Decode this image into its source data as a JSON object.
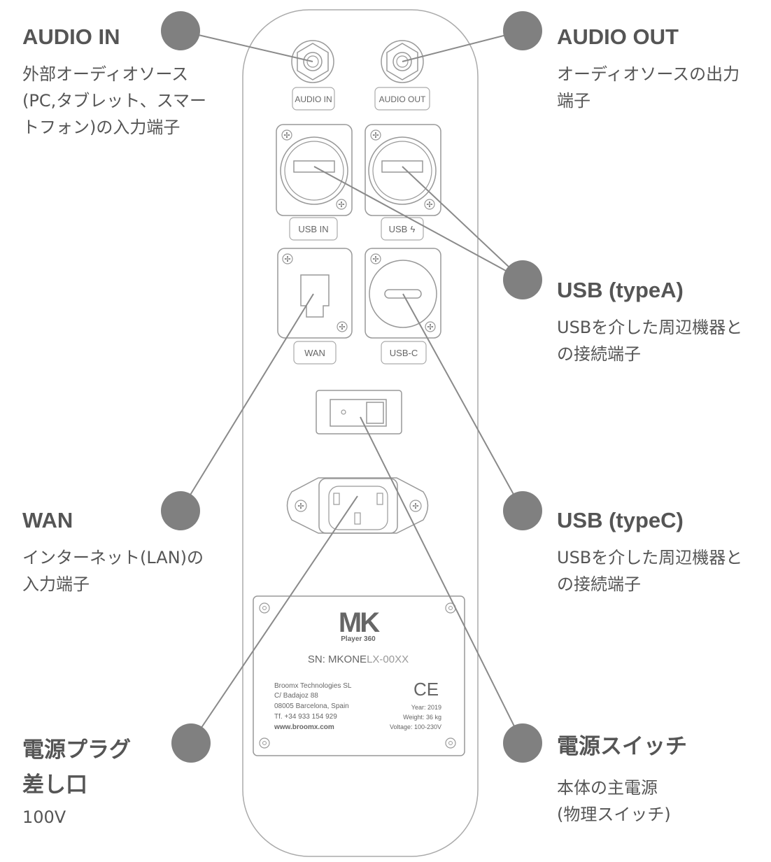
{
  "callouts": {
    "audio_in": {
      "title": "AUDIO IN",
      "desc": [
        "外部オーディオソース",
        "(PC,タブレット、スマー",
        "トフォン)の入力端子"
      ]
    },
    "audio_out": {
      "title": "AUDIO OUT",
      "desc": [
        "オーディオソースの出力",
        "端子"
      ]
    },
    "usb_a": {
      "title": "USB (typeA)",
      "desc": [
        "USBを介した周辺機器と",
        "の接続端子"
      ]
    },
    "wan": {
      "title": "WAN",
      "desc": [
        "インターネット(LAN)の",
        "入力端子"
      ]
    },
    "usb_c": {
      "title": "USB (typeC)",
      "desc": [
        "USBを介した周辺機器と",
        "の接続端子"
      ]
    },
    "power_plug": {
      "title": [
        "電源プラグ",
        "差し口"
      ],
      "desc": [
        "100V"
      ]
    },
    "power_switch": {
      "title": "電源スイッチ",
      "desc": [
        "本体の主電源",
        "(物理スイッチ)"
      ]
    }
  },
  "port_labels": {
    "audio_in": "AUDIO IN",
    "audio_out": "AUDIO OUT",
    "usb_in": "USB IN",
    "usb_power": "USB",
    "wan": "WAN",
    "usb_c": "USB-C"
  },
  "nameplate": {
    "logo": "MK",
    "model": "Player 360",
    "serial_prefix": "SN: MKONE",
    "serial_suffix": "LX-00XX",
    "company": [
      "Broomx Technologies SL",
      "C/ Badajoz 88",
      "08005 Barcelona, Spain",
      "Tf. +34 933 154 929"
    ],
    "website": "www.broomx.com",
    "ce_mark": "CE",
    "specs": [
      "Year: 2019",
      "Weight: 36 kg",
      "Voltage: 100-230V"
    ]
  },
  "colors": {
    "marker": "#808080",
    "line": "#8a8a8a",
    "outline": "#999999",
    "text": "#555555"
  }
}
